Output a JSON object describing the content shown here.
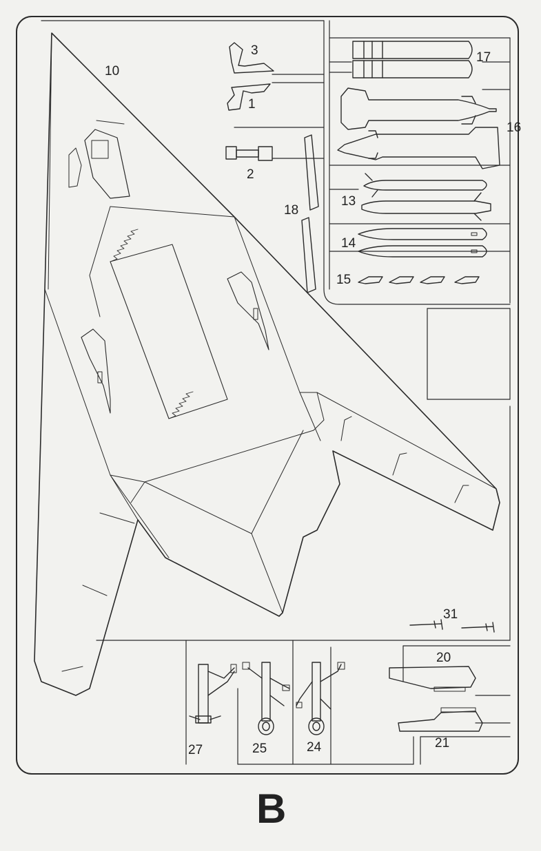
{
  "sheet": {
    "letter": "B"
  },
  "parts": [
    {
      "number": "10"
    },
    {
      "number": "3"
    },
    {
      "number": "1"
    },
    {
      "number": "2"
    },
    {
      "number": "17"
    },
    {
      "number": "16"
    },
    {
      "number": "18"
    },
    {
      "number": "13"
    },
    {
      "number": "14"
    },
    {
      "number": "15"
    },
    {
      "number": "31"
    },
    {
      "number": "20"
    },
    {
      "number": "21"
    },
    {
      "number": "27"
    },
    {
      "number": "25"
    },
    {
      "number": "24"
    }
  ]
}
